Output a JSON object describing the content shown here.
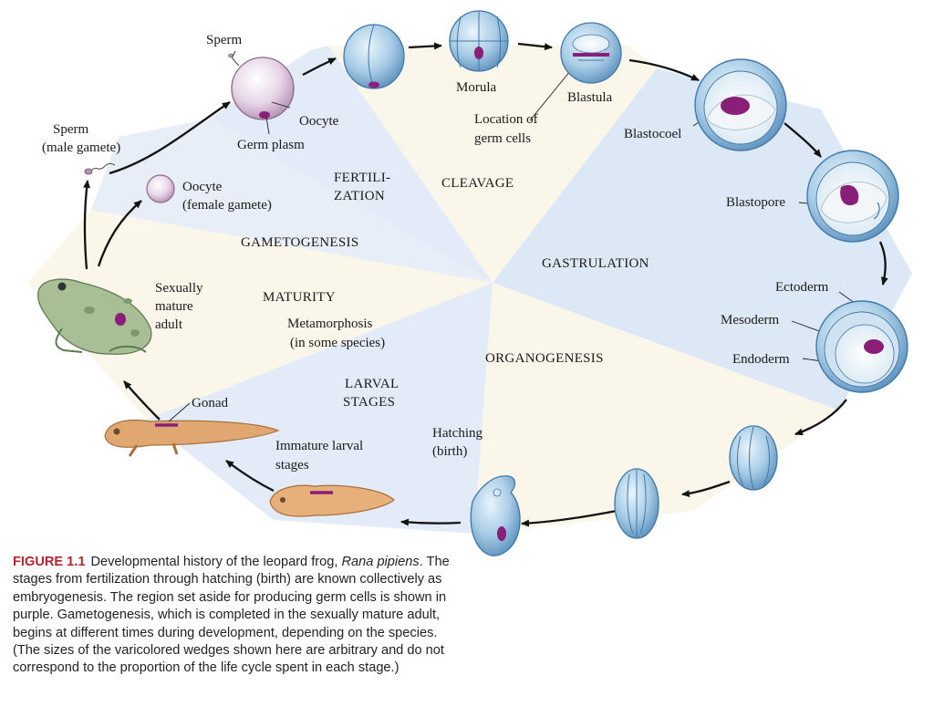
{
  "colors": {
    "purple": "#8a1f7a",
    "embryo_blue": "#9cc4df",
    "embryo_edge": "#3f78a8",
    "frog_green": "#9bb48a",
    "larva_tan": "#e0a870",
    "wedge_blue": "#dce8f6",
    "wedge_cream": "#fbf5e6",
    "caption_red": "#b3262e"
  },
  "icons": {
    "sperm": "sperm-icon",
    "oocyte": "oocyte-icon",
    "embryo": "embryo-icon",
    "frog": "frog-icon",
    "tadpole": "tadpole-icon",
    "arrow": "arrow-icon"
  },
  "stages": {
    "fertilization_l1": "FERTILI-",
    "fertilization_l2": "ZATION",
    "cleavage": "CLEAVAGE",
    "gastrulation": "GASTRULATION",
    "organogenesis": "ORGANOGENESIS",
    "larval_l1": "LARVAL",
    "larval_l2": "STAGES",
    "metamorphosis_l1": "Metamorphosis",
    "metamorphosis_l2": "(in some species)",
    "maturity": "MATURITY",
    "gametogenesis": "GAMETOGENESIS"
  },
  "labels": {
    "sperm_top": "Sperm",
    "oocyte_top": "Oocyte",
    "germ_plasm": "Germ plasm",
    "sperm_male_l1": "Sperm",
    "sperm_male_l2": "(male gamete)",
    "oocyte_female_l1": "Oocyte",
    "oocyte_female_l2": "(female gamete)",
    "morula": "Morula",
    "blastula": "Blastula",
    "location_l1": "Location of",
    "location_l2": "germ cells",
    "blastocoel": "Blastocoel",
    "blastopore": "Blastopore",
    "ectoderm": "Ectoderm",
    "mesoderm": "Mesoderm",
    "endoderm": "Endoderm",
    "adult_l1": "Sexually",
    "adult_l2": "mature",
    "adult_l3": "adult",
    "gonad": "Gonad",
    "immature_l1": "Immature larval",
    "immature_l2": "stages",
    "hatching_l1": "Hatching",
    "hatching_l2": "(birth)"
  },
  "caption": {
    "label": "FIGURE 1.1",
    "text_1": "Developmental history of the leopard frog, ",
    "species": "Rana pipiens",
    "text_2": ". The stages from fertilization through hatching (birth) are known collectively as embryogenesis. The region set aside for producing germ cells is shown in purple. Gametogenesis, which is completed in the sexually mature adult, begins at different times during development, depending on the species. (The sizes of the varicolored wedges shown here are arbitrary and do not correspond to the proportion of the life cycle spent in each stage.)"
  }
}
